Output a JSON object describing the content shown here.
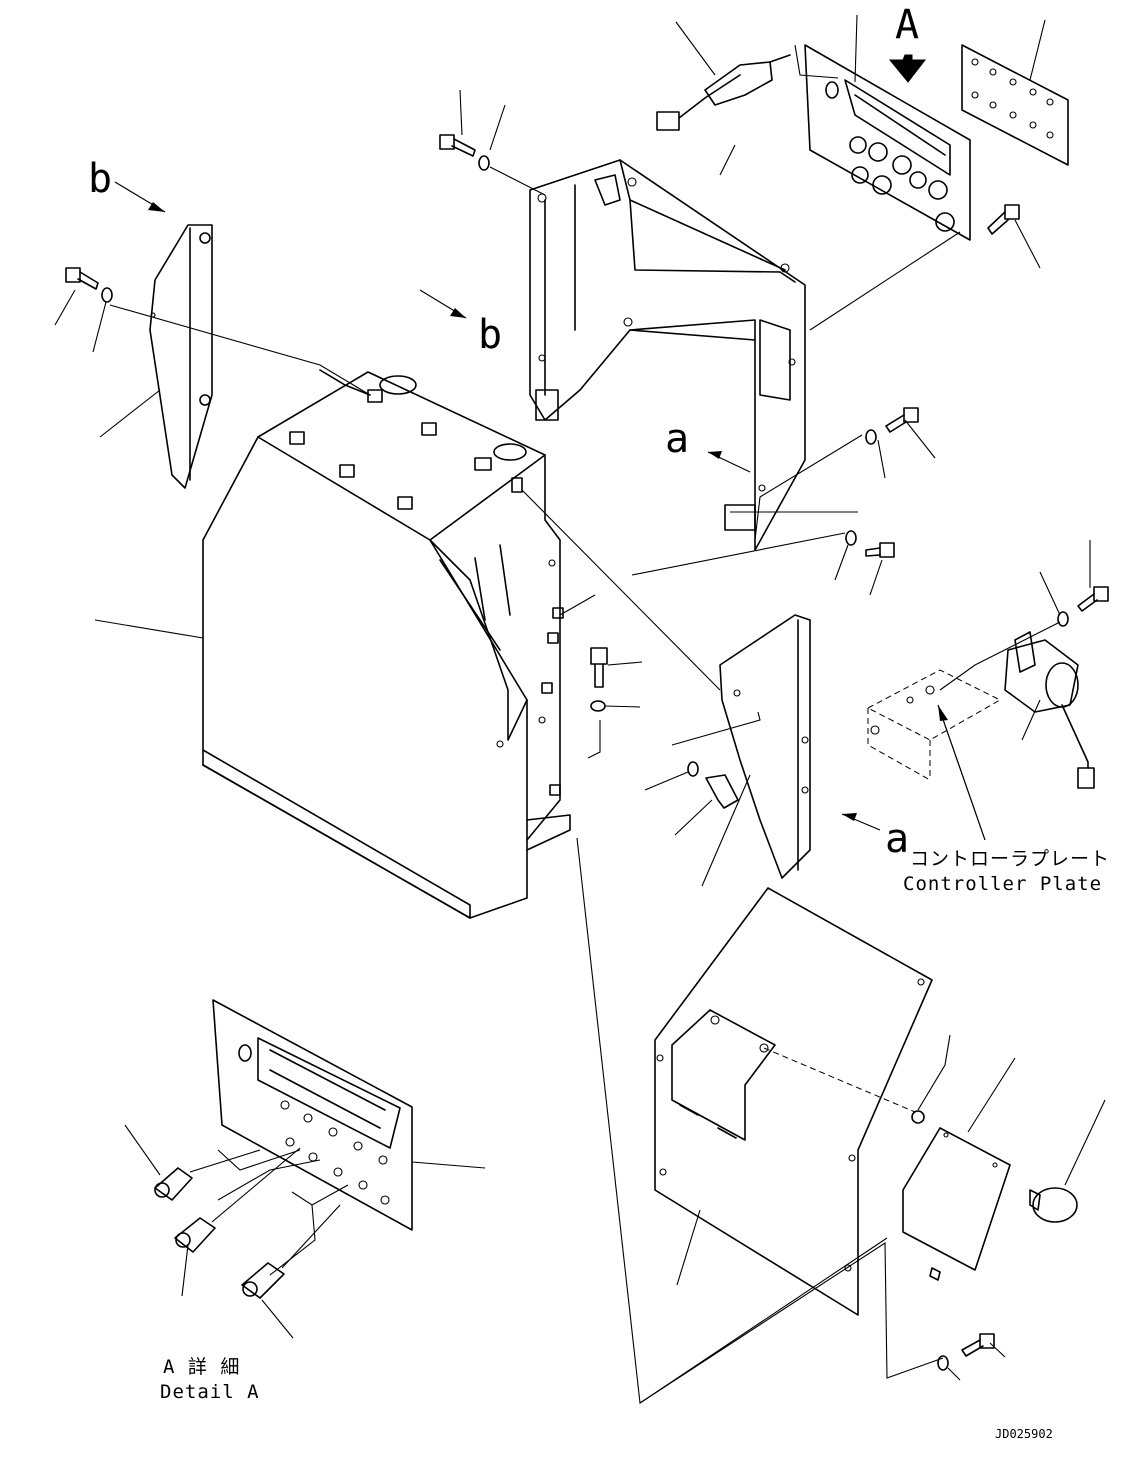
{
  "labels": {
    "view_a_top": "A",
    "view_b_top": "b",
    "view_b_mid": "b",
    "view_a_mid": "a",
    "view_a_right": "a"
  },
  "callouts": {
    "controller_plate_jp": "コントローラプレート",
    "controller_plate_en": "Controller Plate",
    "detail_a_jp": "A 詳 細",
    "detail_a_en": "Detail A"
  },
  "drawing_code": "JD025902"
}
